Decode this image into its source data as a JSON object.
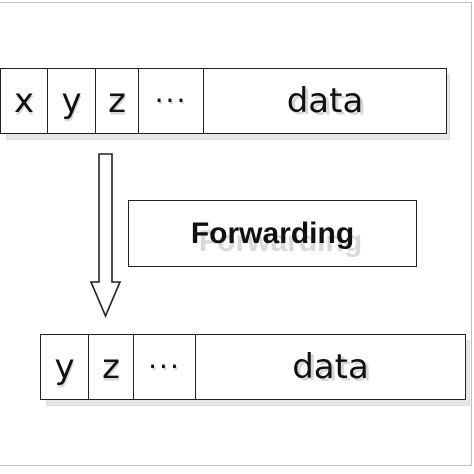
{
  "input_packet": {
    "fields": [
      "x",
      "y",
      "z",
      "···",
      "data"
    ]
  },
  "operation": {
    "label": "Forwarding"
  },
  "output_packet": {
    "fields": [
      "y",
      "z",
      "···",
      "data"
    ]
  },
  "colors": {
    "stroke": "#222222",
    "text": "#111111",
    "ghost": "#d6d6d6"
  },
  "icons": {
    "flow_arrow": "down-arrow-icon"
  }
}
